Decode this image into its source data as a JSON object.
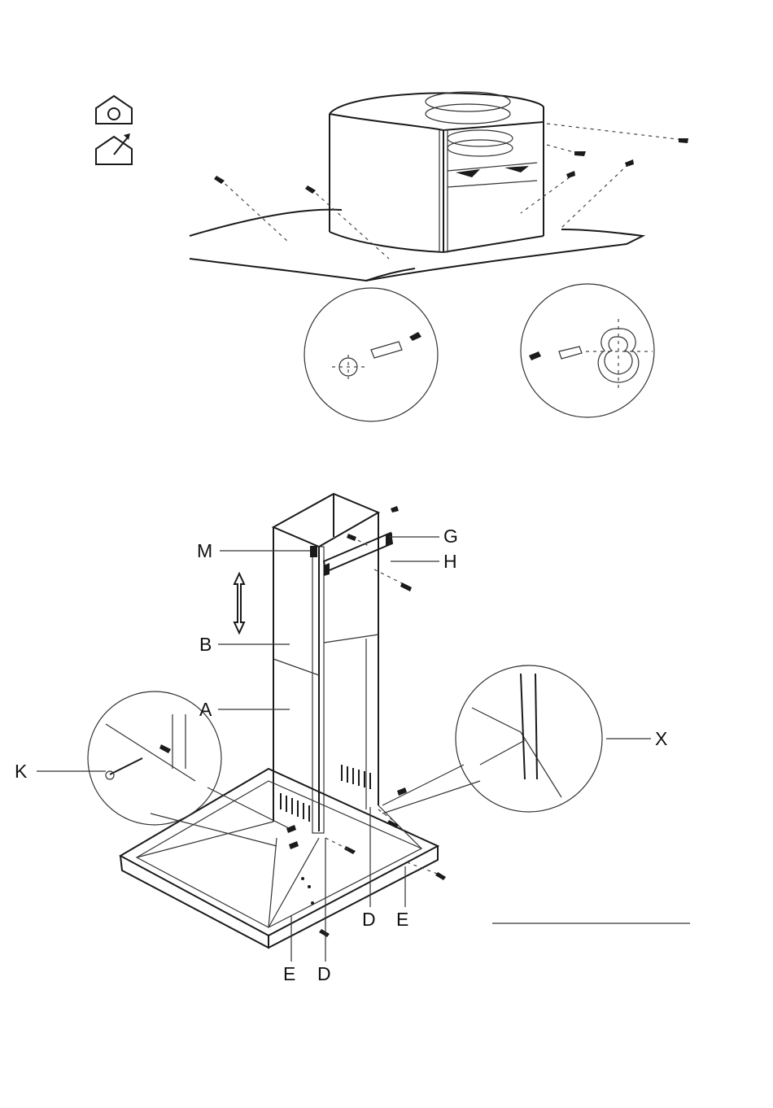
{
  "icons": [
    {
      "name": "installation-ducted-mode",
      "glyph": "house-with-duct"
    },
    {
      "name": "installation-recirculation-mode",
      "glyph": "house-with-slash"
    }
  ],
  "figure2": {
    "labels": {
      "M": "M",
      "G": "G",
      "H": "H",
      "B": "B",
      "A": "A",
      "K": "K",
      "X": "X",
      "D_right": "D",
      "E_right": "E",
      "E_bottom": "E",
      "D_bottom": "D"
    }
  }
}
